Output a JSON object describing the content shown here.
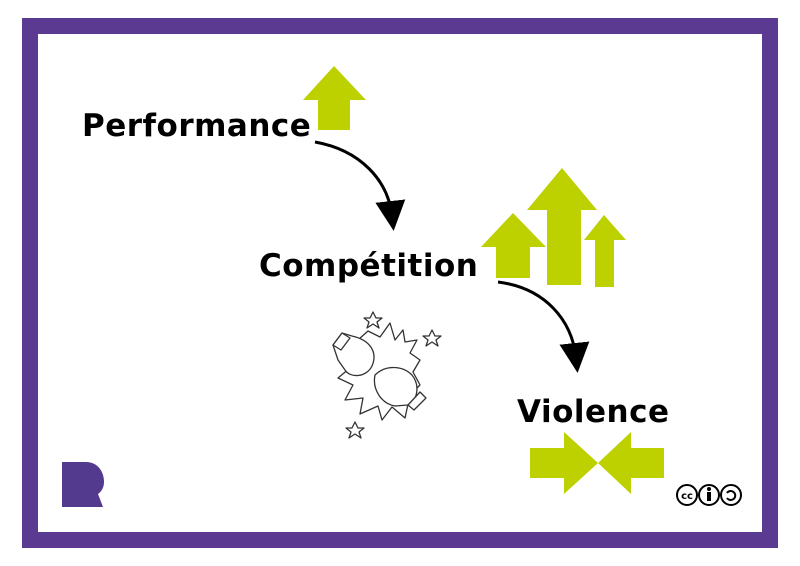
{
  "diagram": {
    "nodes": [
      {
        "id": "performance",
        "label": "Performance",
        "indicator": "one-up-arrow"
      },
      {
        "id": "competition",
        "label": "Compétition",
        "indicator": "three-up-arrows"
      },
      {
        "id": "violence",
        "label": "Violence",
        "indicator": "converging-arrows"
      }
    ],
    "edges": [
      {
        "from": "performance",
        "to": "competition"
      },
      {
        "from": "competition",
        "to": "violence"
      }
    ],
    "illustration": "boxing-gloves-clash"
  },
  "branding": {
    "logo": "R",
    "license": "cc-by-sa"
  },
  "colors": {
    "frame": "#5b3b92",
    "arrows": "#bdd000",
    "text": "#000000"
  }
}
